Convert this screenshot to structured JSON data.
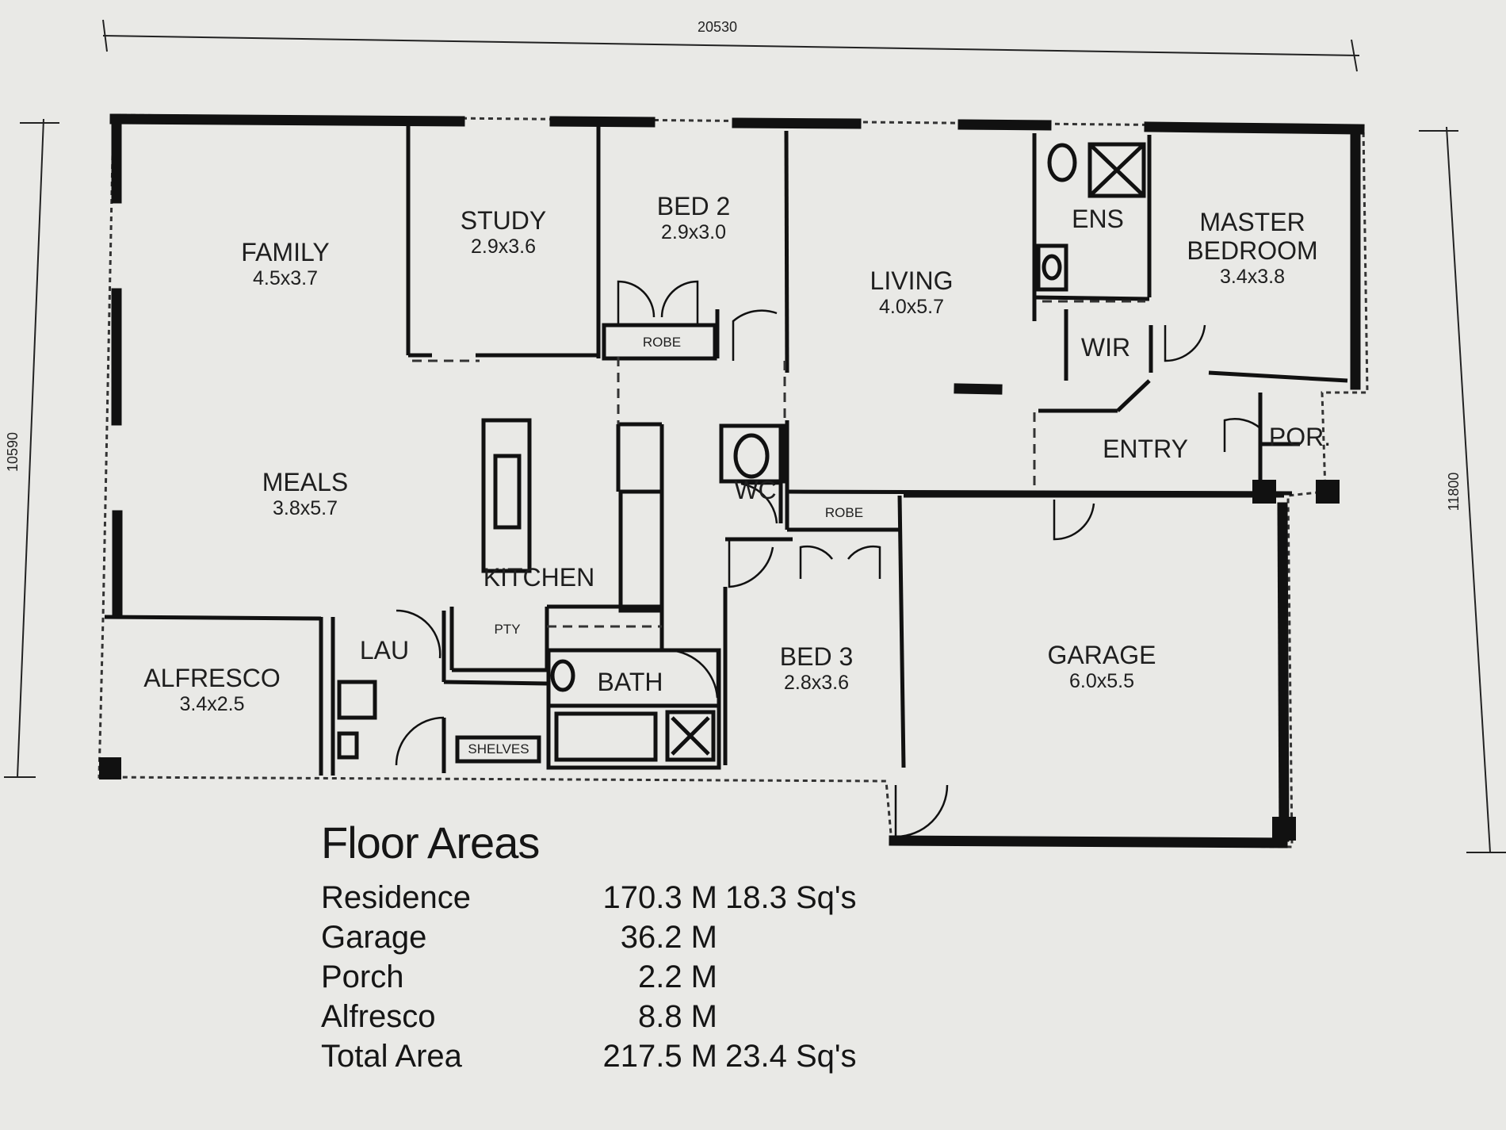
{
  "dimensions": {
    "overall_width": "20530",
    "left_height": "10590",
    "right_height": "11800"
  },
  "rooms": {
    "family": {
      "name": "FAMILY",
      "size": "4.5x3.7"
    },
    "study": {
      "name": "STUDY",
      "size": "2.9x3.6"
    },
    "bed2": {
      "name": "BED 2",
      "size": "2.9x3.0"
    },
    "living": {
      "name": "LIVING",
      "size": "4.0x5.7"
    },
    "ens": {
      "name": "ENS"
    },
    "master": {
      "name_line1": "MASTER",
      "name_line2": "BEDROOM",
      "size": "3.4x3.8"
    },
    "wir": {
      "name": "WIR"
    },
    "meals": {
      "name": "MEALS",
      "size": "3.8x5.7"
    },
    "kitchen": {
      "name": "KITCHEN"
    },
    "wc": {
      "name": "WC"
    },
    "entry": {
      "name": "ENTRY"
    },
    "porch": {
      "name": "POR."
    },
    "alfresco": {
      "name": "ALFRESCO",
      "size": "3.4x2.5"
    },
    "lau": {
      "name": "LAU"
    },
    "pty": {
      "name": "PTY"
    },
    "bath": {
      "name": "BATH"
    },
    "shelves": {
      "name": "SHELVES"
    },
    "bed3": {
      "name": "BED 3",
      "size": "2.8x3.6"
    },
    "garage": {
      "name": "GARAGE",
      "size": "6.0x5.5"
    },
    "robe_bed2": {
      "name": "ROBE"
    },
    "robe_bed3": {
      "name": "ROBE"
    }
  },
  "floor_areas": {
    "title": "Floor Areas",
    "rows": [
      {
        "name": "Residence",
        "value": "170.3 M",
        "squares": "18.3 Sq's"
      },
      {
        "name": "Garage",
        "value": "36.2 M",
        "squares": ""
      },
      {
        "name": "Porch",
        "value": "2.2 M",
        "squares": ""
      },
      {
        "name": "Alfresco",
        "value": "8.8 M",
        "squares": ""
      },
      {
        "name": "Total Area",
        "value": "217.5 M",
        "squares": "23.4 Sq's"
      }
    ]
  }
}
